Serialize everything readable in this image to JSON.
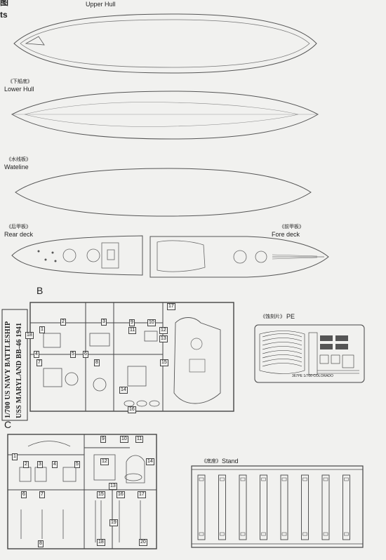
{
  "header": {
    "corner_char": "图",
    "corner_text": "ts"
  },
  "parts": {
    "upper_hull": {
      "en": "Upper Hull"
    },
    "lower_hull": {
      "cn": "《下船底》",
      "en": "Lower Hull"
    },
    "waterline": {
      "cn": "《水线板》",
      "en": "Wateline"
    },
    "rear_deck": {
      "cn": "《后甲板》",
      "en": "Rear deck"
    },
    "fore_deck": {
      "cn": "《前甲板》",
      "en": "Fore deck"
    },
    "pe": {
      "cn": "《蚀刻片》",
      "en": "PE"
    },
    "stand": {
      "cn": "《底座》",
      "en": "Stand"
    }
  },
  "sprue_b": {
    "letter": "B",
    "side_line1": "1/700 US NAVY BATTLESHIP",
    "side_line2": "USS MARYLAND BB-46 1941",
    "numbers": [
      "1",
      "2",
      "3",
      "4",
      "5",
      "6",
      "7",
      "8",
      "9",
      "10",
      "11",
      "12",
      "13",
      "14",
      "15",
      "16",
      "17",
      "18"
    ]
  },
  "sprue_c": {
    "letter": "C",
    "numbers": [
      "1",
      "2",
      "3",
      "4",
      "5",
      "6",
      "7",
      "8",
      "9",
      "10",
      "11",
      "12",
      "13",
      "14",
      "15",
      "16",
      "17",
      "18",
      "19",
      "20"
    ]
  },
  "pe_sheet": {
    "caption": "367PE 1/700 COLORADO"
  },
  "stand": {
    "slot_count": 8
  }
}
